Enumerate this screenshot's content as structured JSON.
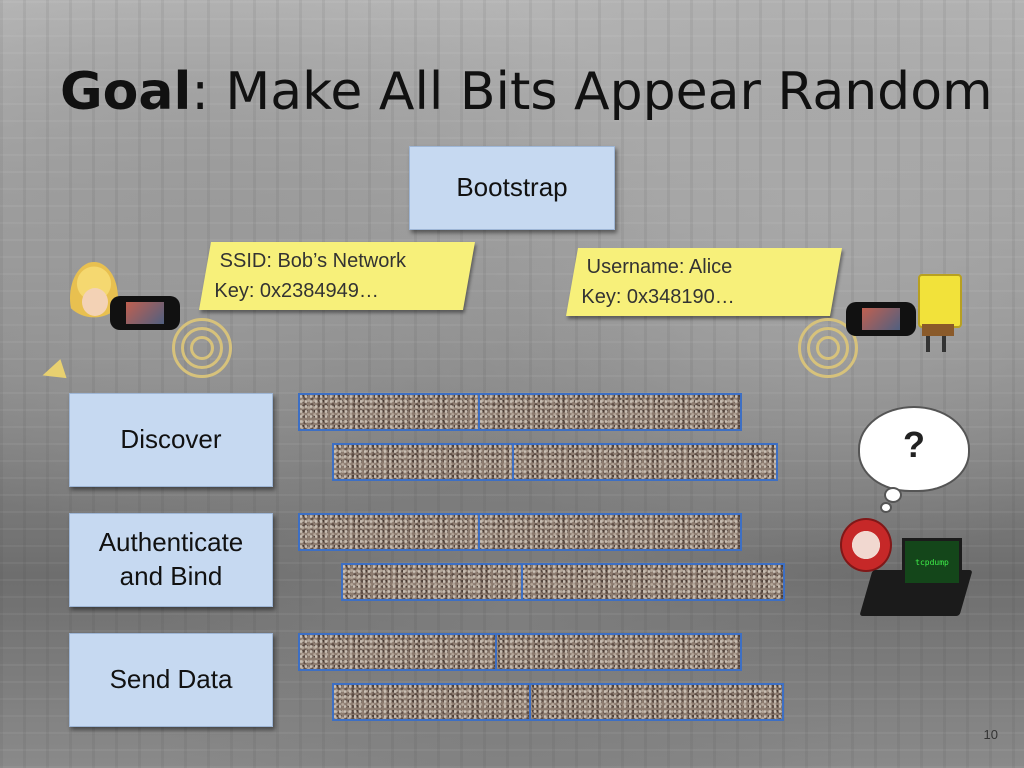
{
  "slide": {
    "title_bold": "Goal",
    "title_rest": ": Make All Bits Appear Random",
    "page_number": "10"
  },
  "boxes": {
    "bootstrap": "Bootstrap",
    "discover": "Discover",
    "authenticate_line1": "Authenticate",
    "authenticate_line2": "and Bind",
    "send_data": "Send Data"
  },
  "notes": {
    "left": {
      "line1": "SSID: Bob’s Network",
      "line2": "Key: 0x2384949…"
    },
    "right": {
      "line1": "Username: Alice",
      "line2": "Key: 0x348190…"
    }
  },
  "thought": {
    "symbol": "?"
  },
  "icons": {
    "left_character": "alice-with-handheld-icon",
    "right_character": "sponge-with-handheld-icon",
    "eavesdropper": "devil-laptop-icon",
    "laptop_screen_text": "tcpdump"
  },
  "colors": {
    "box_fill": "#c6d9f1",
    "note_fill": "#f7f07a",
    "bar_border": "#3d6fc4"
  }
}
